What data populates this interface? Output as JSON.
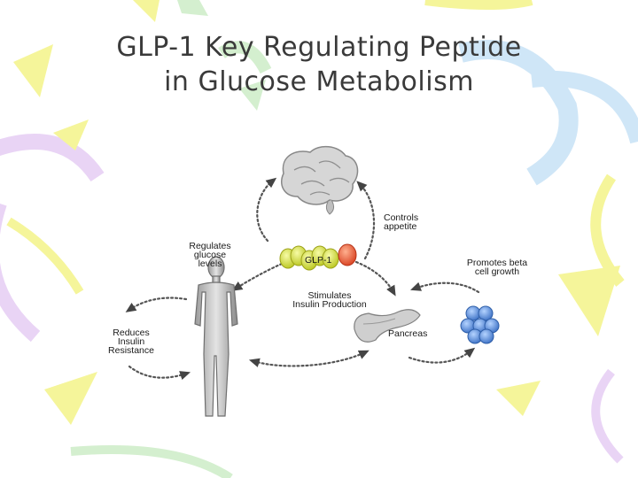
{
  "slide": {
    "title_line1": "GLP-1 Key Regulating Peptide",
    "title_line2": "in Glucose Metabolism"
  },
  "labels": {
    "glp1": "GLP-1",
    "controls_appetite": [
      "Controls",
      "appetite"
    ],
    "regulates_glucose": [
      "Regulates",
      "glucose",
      "levels"
    ],
    "promotes_beta": [
      "Promotes beta",
      "cell growth"
    ],
    "stimulates_insulin": [
      "Stimulates",
      "Insulin Production"
    ],
    "pancreas": "Pancreas",
    "reduces_insulin": [
      "Reduces",
      "Insulin",
      "Resistance"
    ]
  },
  "colors": {
    "peptide_yellow": "#d8e43a",
    "peptide_red": "#e8553a",
    "beta_cell_blue": "#5a8fd8",
    "arrow_gray": "#555555",
    "pastel_yellow": "#f5f59a",
    "pastel_purple": "#e9d4f5",
    "pastel_blue": "#cfe6f7",
    "pastel_green": "#d4efcf"
  },
  "icons": [
    "brain-icon",
    "human-body-icon",
    "pancreas-icon",
    "beta-cell-cluster-icon",
    "glp1-peptide-chain"
  ]
}
